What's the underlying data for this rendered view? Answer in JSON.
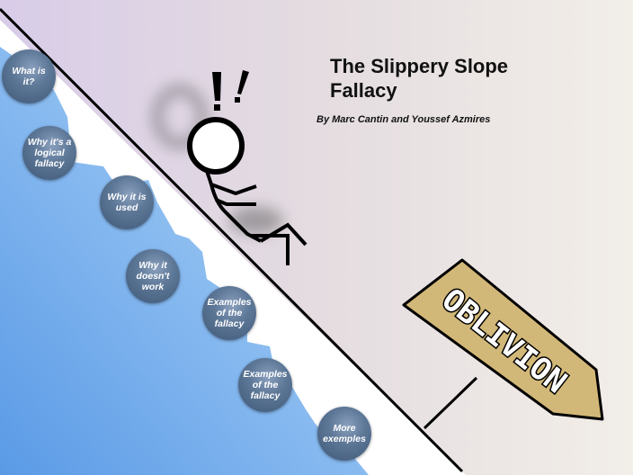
{
  "title": "The Slippery Slope Fallacy",
  "byline": "By Marc Cantin and Youssef Azmires",
  "sign_text": "OBLIVION",
  "exclamation": "!!",
  "topics": [
    {
      "label": "What is it?"
    },
    {
      "label": "Why it's a logical fallacy"
    },
    {
      "label": "Why it is used"
    },
    {
      "label": "Why it doesn't work"
    },
    {
      "label": "Examples of the fallacy"
    },
    {
      "label": "Examples of the fallacy"
    },
    {
      "label": "More exemples"
    }
  ],
  "colors": {
    "slope_blue": "#8cc0f0",
    "sign": "#d2b878",
    "bubble": "#5d7797"
  }
}
